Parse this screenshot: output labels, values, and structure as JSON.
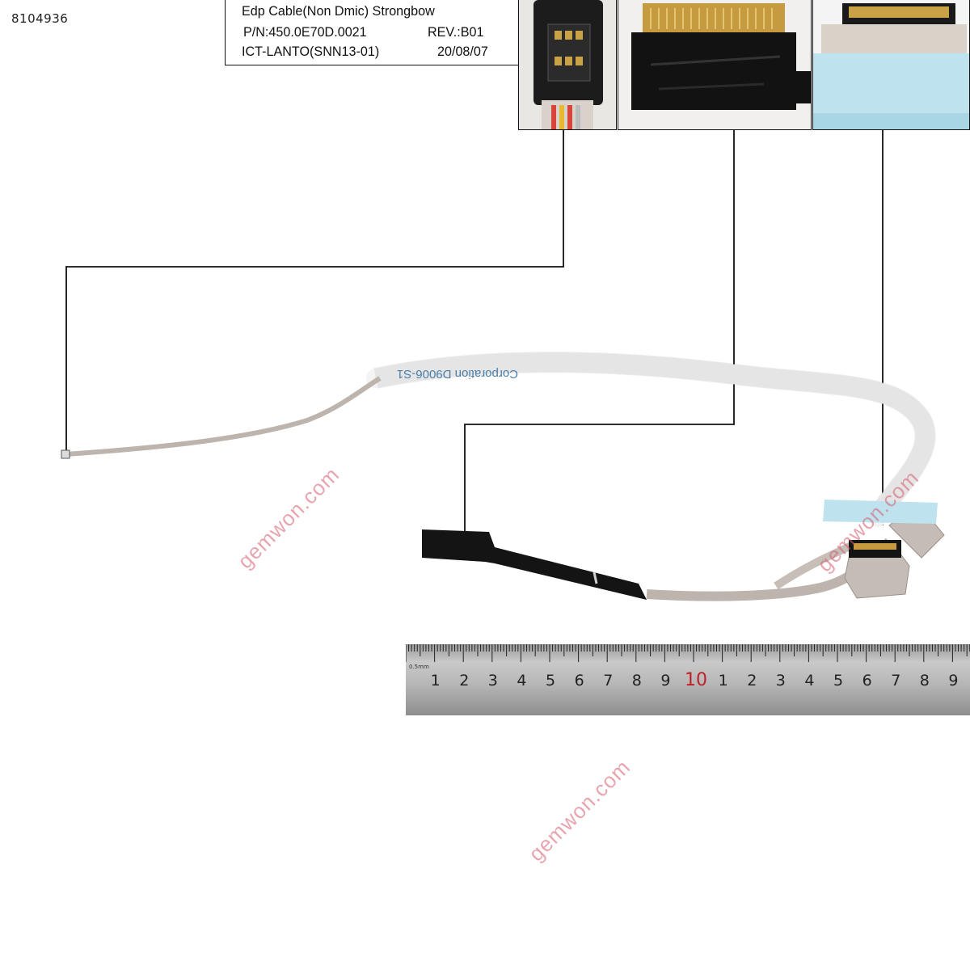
{
  "sku": "8104936",
  "label": {
    "line1": "Edp Cable(Non Dmic) Strongbow",
    "pn": "P/N:450.0E70D.0021",
    "rev": "REV.:B01",
    "maker": "ICT-LANTO(SNN13-01)",
    "date": "20/08/07"
  },
  "cable_print": "Corporation  D9006-S1",
  "watermark": "gemwon.com",
  "ruler": {
    "unit": "0.5mm",
    "numbers": [
      "1",
      "2",
      "3",
      "4",
      "5",
      "6",
      "7",
      "8",
      "9",
      "10",
      "1",
      "2",
      "3",
      "4",
      "5",
      "6",
      "7",
      "8",
      "9"
    ],
    "highlight_color": "#c0202a"
  },
  "colors": {
    "connector_black": "#141414",
    "tape_blue": "#bfe3ee",
    "foil": "#bdb4ad",
    "watermark": "#d65a6e"
  }
}
